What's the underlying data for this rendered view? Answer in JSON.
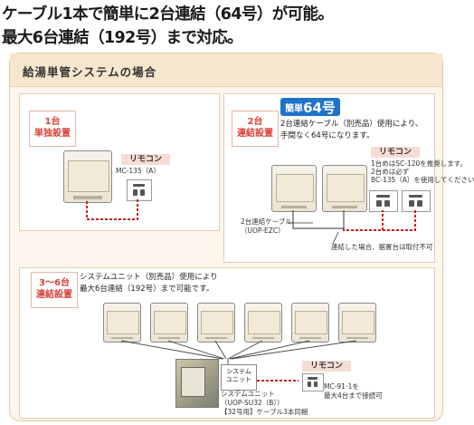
{
  "headline": {
    "line1": "ケーブル1本で簡単に2台連結（64号）が可能。",
    "line2": "最大6台連結（192号）まで対応。"
  },
  "section_title": "給湯単管システムの場合",
  "panel_single": {
    "tag_line1": "1台",
    "tag_line2": "単独設置",
    "remote_label": "リモコン",
    "remote_model": "MC-135（A）"
  },
  "panel_double": {
    "tag_line1": "2台",
    "tag_line2": "連結設置",
    "badge_prefix": "簡単",
    "badge_number": "64号",
    "desc_line1": "2台連結ケーブル（別売品）使用により、",
    "desc_line2": "手間なく64号になります。",
    "remote_label": "リモコン",
    "note_line1": "1台めはSC-120を推奨します。",
    "note_line2": "2台めは必ず",
    "note_line3": "BC-135（A）を使用してください",
    "cable_label_line1": "2台連結ケーブル",
    "cable_label_line2": "（UOP-EZC）",
    "footnote": "連結した場合、据置台は取付不可"
  },
  "panel_multi": {
    "tag_line1": "3〜6台",
    "tag_line2": "連結設置",
    "desc_line1": "システムユニット（別売品）使用により",
    "desc_line2": "最大6台連結（192号）まで可能です。",
    "unit_box_line1": "システム",
    "unit_box_line2": "ユニット",
    "remote_label": "リモコン",
    "remote_note_line1": "MC-91-1を",
    "remote_note_line2": "最大4台まで接続可",
    "photo_caption_line1": "システムユニット",
    "photo_caption_line2": "（UOP-SU32（B））",
    "photo_caption_line3": "【32号用】ケーブル3本同梱"
  },
  "colors": {
    "accent_red": "#d8433a",
    "badge_blue": "#1f73c9",
    "band": "#f7e6ce",
    "frame_bg": "#fdf6ec"
  }
}
